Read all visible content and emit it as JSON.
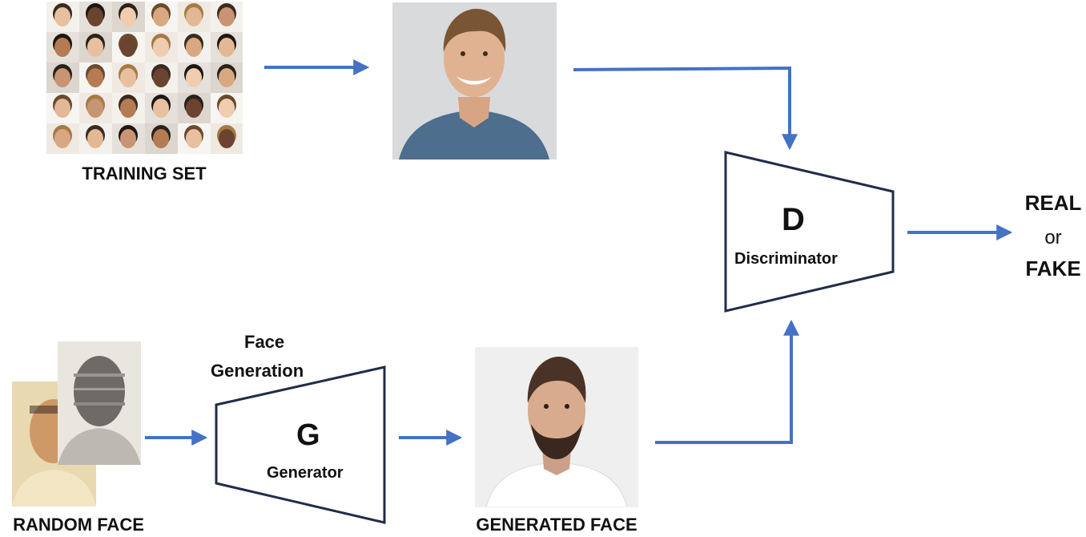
{
  "colors": {
    "arrow": "#4472c4",
    "block_border": "#1f2d4a",
    "text": "#111111",
    "skin": "#e0b291",
    "shirt_blue": "#4d6e8c",
    "backdrop": "#d9dadc"
  },
  "training": {
    "label": "TRAINING SET",
    "collage_icon": "face-collage-icon",
    "sample_icon": "real-face-photo-icon"
  },
  "random_face": {
    "label": "RANDOM FACE",
    "icon": "noise-face-icon"
  },
  "generator": {
    "caption_line1": "Face",
    "caption_line2": "Generation",
    "letter": "G",
    "name": "Generator"
  },
  "generated_face": {
    "label": "GENERATED FACE",
    "icon": "generated-face-photo-icon"
  },
  "discriminator": {
    "letter": "D",
    "name": "Discriminator"
  },
  "output": {
    "line1": "REAL",
    "line2": "or",
    "line3": "FAKE"
  }
}
